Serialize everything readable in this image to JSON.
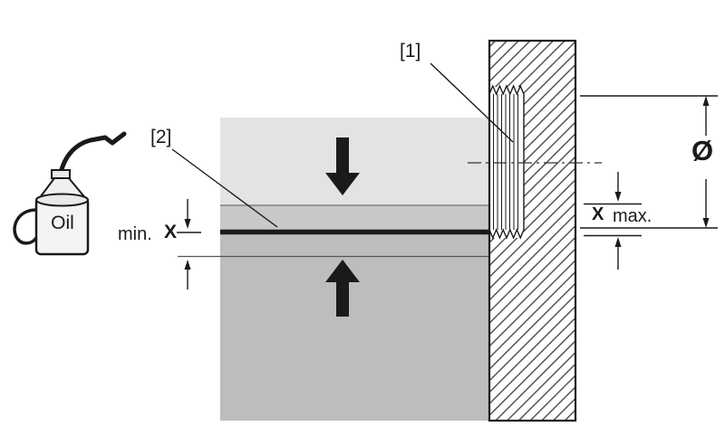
{
  "labels": {
    "ref1": "[1]",
    "ref2": "[2]",
    "min": "min.",
    "x_min": "X",
    "x_max": "X",
    "max": "max.",
    "diameter": "Ø",
    "oil": "Oil"
  },
  "colors": {
    "block-light": "#e3e3e3",
    "block-mid": "#c8c8c8",
    "block-dark": "#bdbdbd",
    "ink": "#1a1a1a",
    "hatch": "#3a3a3a"
  }
}
